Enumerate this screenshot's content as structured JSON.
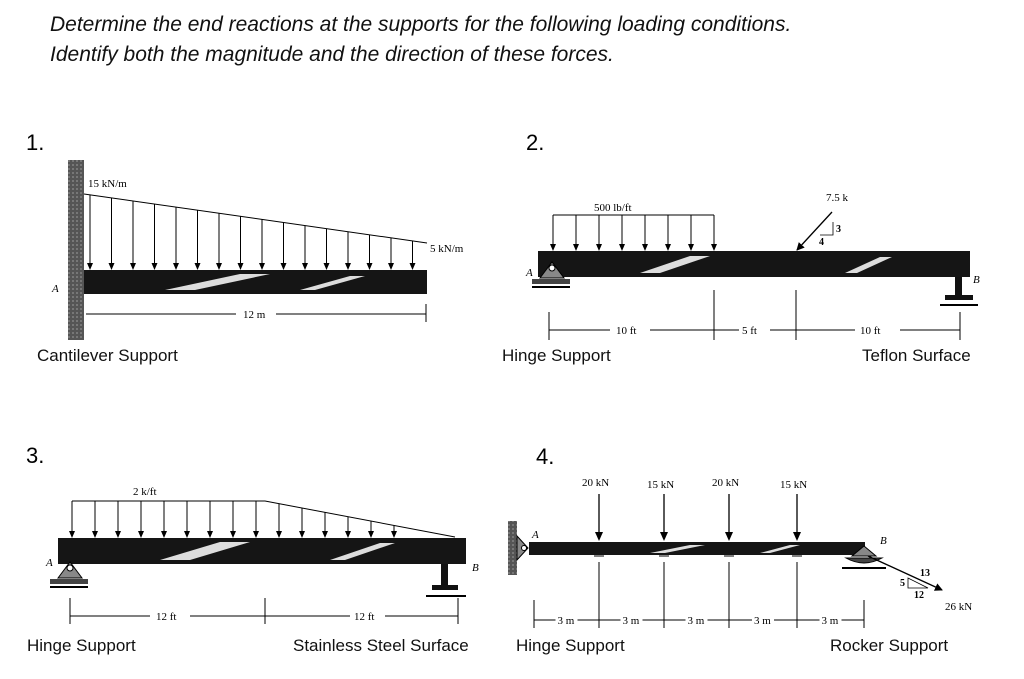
{
  "instructions": {
    "line1": "Determine the end reactions at the supports for the following loading conditions.",
    "line2": "Identify both the magnitude and the direction of these forces."
  },
  "problems": [
    {
      "number": "1.",
      "caption": "Cantilever Support",
      "load_left": "15 kN/m",
      "load_right": "5 kN/m",
      "span": "12 m",
      "point_label": "A"
    },
    {
      "number": "2.",
      "caption_left": "Hinge Support",
      "caption_right": "Teflon Surface",
      "distributed_load": "500 lb/ft",
      "point_load": "7.5 k",
      "slope_rise": "3",
      "slope_run": "4",
      "dim1": "10 ft",
      "dim2": "5 ft",
      "dim3": "10 ft",
      "label_a": "A",
      "label_b": "B"
    },
    {
      "number": "3.",
      "caption_left": "Hinge Support",
      "caption_right": "Stainless Steel Surface",
      "distributed_load": "2 k/ft",
      "dim1": "12 ft",
      "dim2": "12 ft",
      "label_a": "A",
      "label_b": "B"
    },
    {
      "number": "4.",
      "caption_left": "Hinge Support",
      "caption_right": "Rocker Support",
      "loads": [
        "20 kN",
        "15 kN",
        "20 kN",
        "15 kN"
      ],
      "dims": [
        "3 m",
        "3 m",
        "3 m",
        "3 m",
        "3 m"
      ],
      "inclined_load": "26 kN",
      "slope_hyp": "13",
      "slope_rise": "5",
      "slope_run": "12",
      "label_a": "A",
      "label_b": "B"
    }
  ]
}
